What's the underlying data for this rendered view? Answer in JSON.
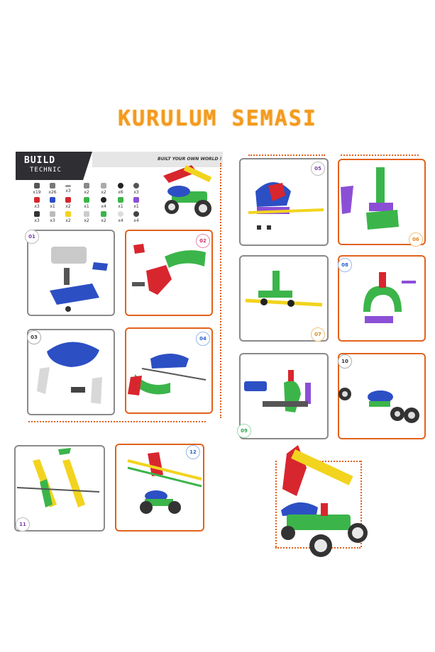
{
  "title": "KURULUM SEMASI",
  "header": {
    "logo_line1": "BUILD",
    "logo_line2": "TECHNIC",
    "slogan": "BUILT YOUR OWN WORLD !"
  },
  "parts_counts": [
    "x19",
    "x26",
    "x3",
    "x2",
    "x2",
    "x6",
    "x3",
    "x3",
    "x1",
    "x2",
    "x1",
    "x4",
    "x1",
    "x1",
    "x3",
    "x3",
    "x2",
    "x2",
    "x2",
    "x4",
    "x4"
  ],
  "steps": [
    "01",
    "02",
    "03",
    "04",
    "05",
    "06",
    "07",
    "08",
    "09",
    "10",
    "11",
    "12"
  ],
  "colors": {
    "title": "#f39a1e",
    "frame_orange": "#e1621c",
    "frame_gray": "#8a8a8a",
    "part_blue": "#2c4fc4",
    "part_green": "#3bb54a",
    "part_red": "#d8262e",
    "part_yellow": "#f2d41f",
    "part_purple": "#8b4fd6"
  }
}
